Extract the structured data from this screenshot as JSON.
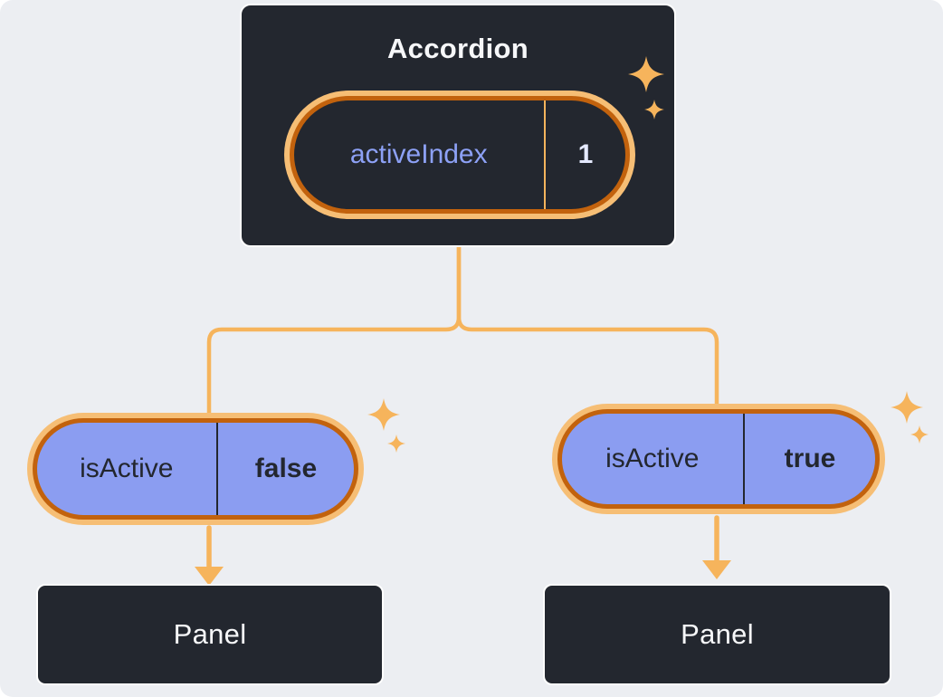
{
  "diagram": {
    "root": {
      "title": "Accordion",
      "state_pill": {
        "label": "activeIndex",
        "value": "1"
      }
    },
    "left_branch": {
      "prop_pill": {
        "label": "isActive",
        "value": "false"
      },
      "panel": {
        "title": "Panel"
      }
    },
    "right_branch": {
      "prop_pill": {
        "label": "isActive",
        "value": "true"
      },
      "panel": {
        "title": "Panel"
      }
    },
    "icons": {
      "sparkle": "sparkle-icon",
      "down_arrow": "down-arrow-icon",
      "connector": "tree-connector-lines"
    },
    "colors": {
      "background": "#ECEEF2",
      "node_fill": "#23272F",
      "node_border": "#FFFFFF",
      "accent_line": "#F6B45C",
      "accent_ring_outer": "#F6BE75",
      "accent_ring_inner": "#C2620D",
      "pill_purple": "#8B9DF1",
      "state_label_text": "#8DA1F6",
      "state_value_text": "#E4E9FF",
      "dark_text": "#23272F",
      "light_text": "#F6F7F9"
    }
  }
}
